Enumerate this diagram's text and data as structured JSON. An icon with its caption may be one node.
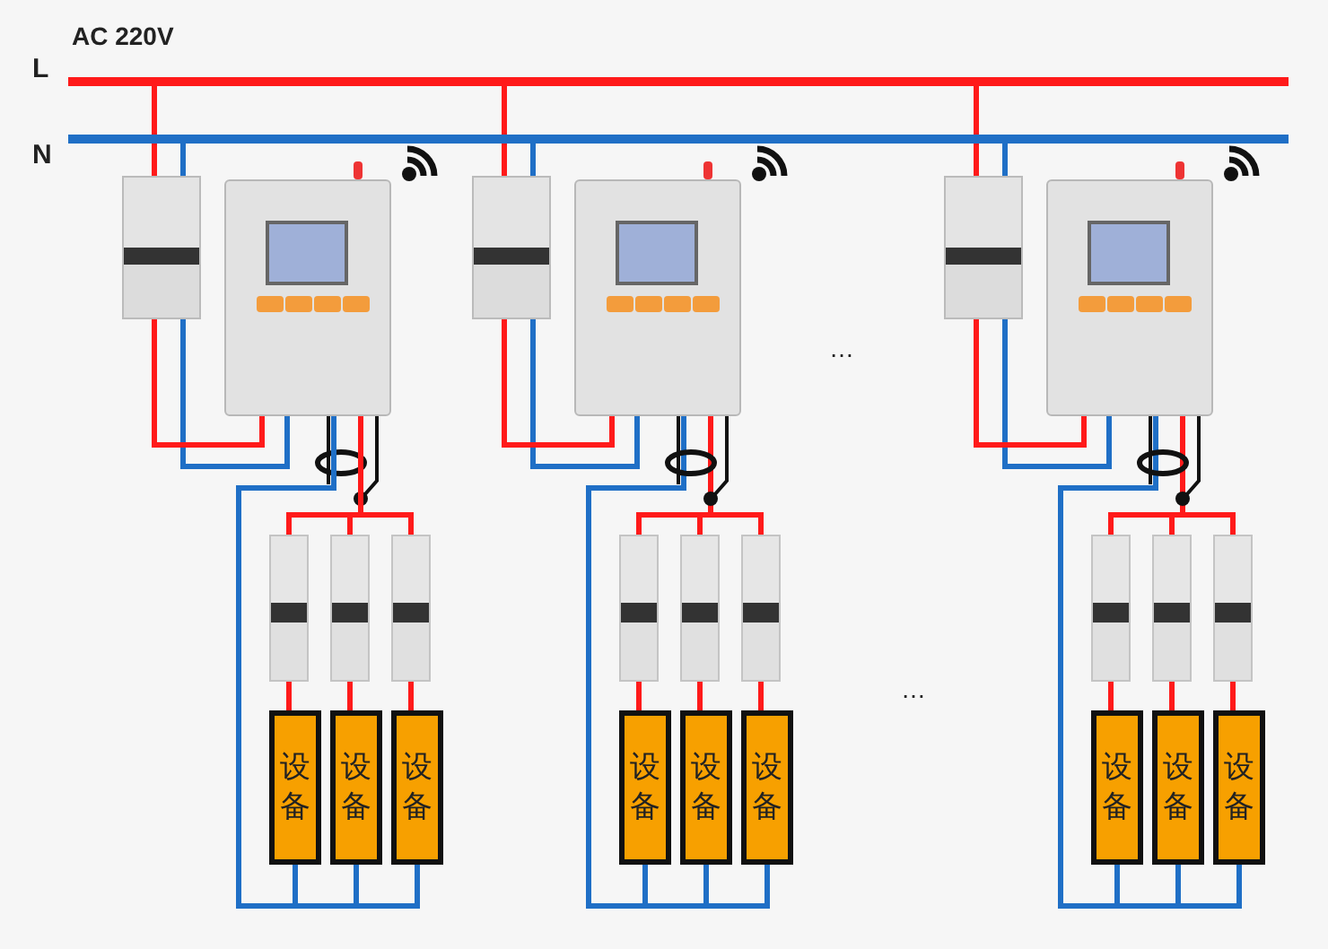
{
  "diagram": {
    "nodes": [
      {
        "text": [],
        "shape": "bar",
        "beside": [
          "L"
        ]
      },
      {
        "text": [],
        "shape": "bar",
        "beside": [
          "N"
        ]
      },
      {
        "text": [],
        "shape": "picture"
      },
      {
        "text": [],
        "shape": "picture"
      },
      {
        "text": [],
        "shape": "picture"
      },
      {
        "text": [],
        "shape": "picture"
      },
      {
        "text": [],
        "shape": "picture"
      },
      {
        "text": [
          "设备"
        ]
      },
      {
        "text": [
          "设备"
        ]
      },
      {
        "text": [
          "设备"
        ]
      },
      {
        "text": [],
        "shape": "picture"
      },
      {
        "text": [],
        "shape": "picture"
      },
      {
        "text": [],
        "shape": "picture"
      },
      {
        "text": [],
        "shape": "picture"
      },
      {
        "text": [],
        "shape": "picture"
      },
      {
        "text": [
          "设备"
        ]
      },
      {
        "text": [
          "设备"
        ]
      },
      {
        "text": [
          "设备"
        ]
      },
      {
        "text": [],
        "shape": "picture"
      },
      {
        "text": [],
        "shape": "picture"
      },
      {
        "text": [],
        "shape": "picture"
      },
      {
        "text": [],
        "shape": "picture"
      },
      {
        "text": [],
        "shape": "picture"
      },
      {
        "text": [
          "设备"
        ]
      },
      {
        "text": [
          "设备"
        ]
      },
      {
        "text": [
          "设备"
        ]
      }
    ],
    "edges": [
      {
        "from": 0,
        "to": 2,
        "arrow": "none"
      },
      {
        "from": 1,
        "to": 2,
        "arrow": "none",
        "color": "#1f6fc6"
      },
      {
        "from": 2,
        "to": 3,
        "arrow": "none"
      },
      {
        "from": 2,
        "to": 3,
        "arrow": "none",
        "color": "#1f6fc6"
      },
      {
        "from": 3,
        "to": 4,
        "arrow": "none"
      },
      {
        "from": 3,
        "to": 5,
        "arrow": "none"
      },
      {
        "from": 3,
        "to": 6,
        "arrow": "none"
      },
      {
        "from": 4,
        "to": 7,
        "arrow": "none"
      },
      {
        "from": 5,
        "to": 8,
        "arrow": "none"
      },
      {
        "from": 6,
        "to": 9,
        "arrow": "none"
      },
      {
        "from": 7,
        "to": 3,
        "arrow": "none",
        "color": "#1f6fc6"
      },
      {
        "from": 8,
        "to": 3,
        "arrow": "none",
        "color": "#1f6fc6"
      },
      {
        "from": 9,
        "to": 3,
        "arrow": "none",
        "color": "#1f6fc6"
      },
      {
        "from": 0,
        "to": 10,
        "arrow": "none"
      },
      {
        "from": 1,
        "to": 10,
        "arrow": "none",
        "color": "#1f6fc6"
      },
      {
        "from": 10,
        "to": 11,
        "arrow": "none"
      },
      {
        "from": 10,
        "to": 11,
        "arrow": "none",
        "color": "#1f6fc6"
      },
      {
        "from": 11,
        "to": 12,
        "arrow": "none"
      },
      {
        "from": 11,
        "to": 13,
        "arrow": "none"
      },
      {
        "from": 11,
        "to": 14,
        "arrow": "none"
      },
      {
        "from": 12,
        "to": 15,
        "arrow": "none"
      },
      {
        "from": 13,
        "to": 16,
        "arrow": "none"
      },
      {
        "from": 14,
        "to": 17,
        "arrow": "none"
      },
      {
        "from": 15,
        "to": 11,
        "arrow": "none",
        "color": "#1f6fc6"
      },
      {
        "from": 16,
        "to": 11,
        "arrow": "none",
        "color": "#1f6fc6"
      },
      {
        "from": 17,
        "to": 11,
        "arrow": "none",
        "color": "#1f6fc6"
      },
      {
        "from": 0,
        "to": 18,
        "arrow": "none"
      },
      {
        "from": 1,
        "to": 18,
        "arrow": "none",
        "color": "#1f6fc6"
      },
      {
        "from": 18,
        "to": 19,
        "arrow": "none"
      },
      {
        "from": 18,
        "to": 19,
        "arrow": "none",
        "color": "#1f6fc6"
      },
      {
        "from": 19,
        "to": 20,
        "arrow": "none"
      },
      {
        "from": 19,
        "to": 21,
        "arrow": "none"
      },
      {
        "from": 19,
        "to": 22,
        "arrow": "none"
      },
      {
        "from": 20,
        "to": 23,
        "arrow": "none"
      },
      {
        "from": 21,
        "to": 24,
        "arrow": "none"
      },
      {
        "from": 22,
        "to": 25,
        "arrow": "none"
      },
      {
        "from": 23,
        "to": 19,
        "arrow": "none",
        "color": "#1f6fc6"
      },
      {
        "from": 24,
        "to": 19,
        "arrow": "none",
        "color": "#1f6fc6"
      },
      {
        "from": 25,
        "to": 19,
        "arrow": "none",
        "color": "#1f6fc6"
      }
    ],
    "labels": [
      "AC 220V",
      "…",
      "…"
    ]
  }
}
